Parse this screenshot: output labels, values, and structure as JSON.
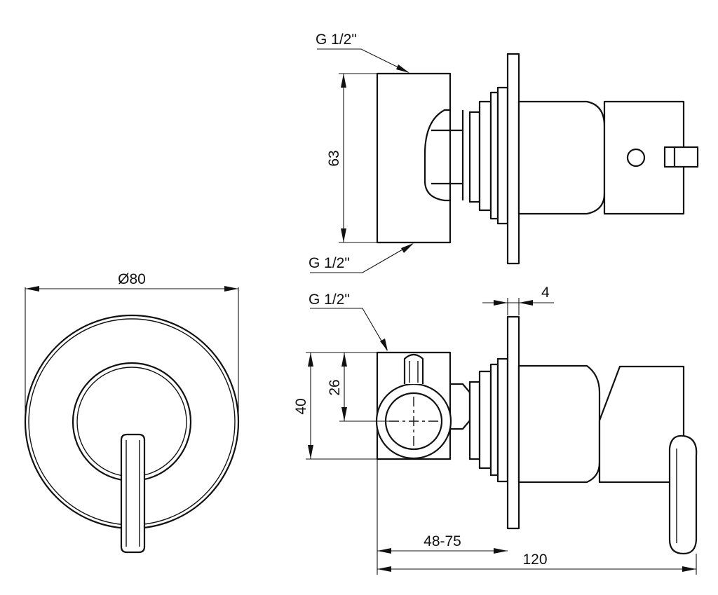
{
  "dimensions": {
    "thread_top": "G 1/2\"",
    "thread_bottom": "G 1/2\"",
    "thread_side": "G 1/2\"",
    "height_63": "63",
    "plate_4": "4",
    "diameter_80": "Ø80",
    "height_40": "40",
    "offset_26": "26",
    "depth_48_75": "48-75",
    "length_120": "120"
  }
}
